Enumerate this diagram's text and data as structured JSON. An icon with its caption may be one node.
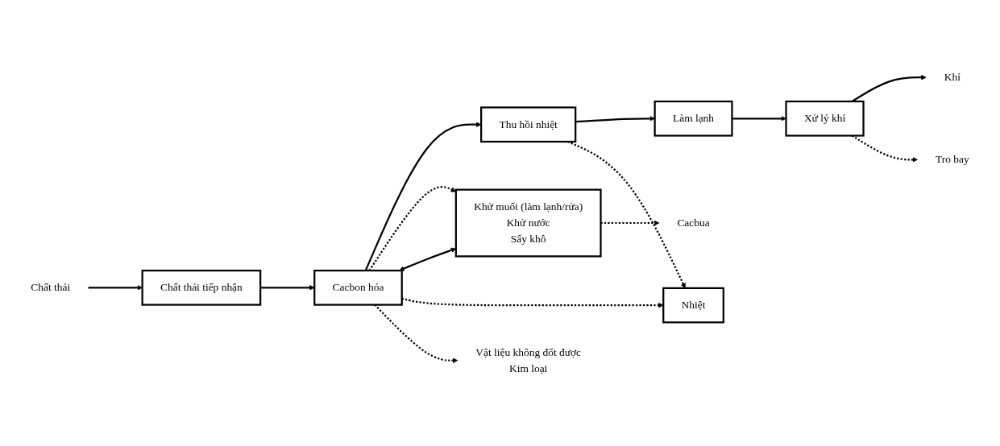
{
  "diagram": {
    "nodes": [
      {
        "text": [
          "Chất thải"
        ]
      },
      {
        "text": [
          "Chất thải tiếp nhận"
        ]
      },
      {
        "text": [
          "Cacbon hóa"
        ]
      },
      {
        "text": [
          "Thu hồi nhiệt"
        ]
      },
      {
        "text": [
          "Làm lạnh"
        ]
      },
      {
        "text": [
          "Xử lý khí"
        ]
      },
      {
        "text": [
          "Khí"
        ]
      },
      {
        "text": [
          "Khử muối (làm lạnh/rửa)",
          "Khử nước",
          "Sấy khô"
        ]
      },
      {
        "text": [
          "Cacbua"
        ]
      },
      {
        "text": [
          "Nhiệt"
        ]
      },
      {
        "text": [
          "Vật liệu không đốt được",
          "Kim loại"
        ]
      },
      {
        "text": [
          "Tro bay"
        ]
      }
    ],
    "edges": [
      {
        "from": 0,
        "to": 1,
        "arrow": "to"
      },
      {
        "from": 1,
        "to": 2,
        "arrow": "to"
      },
      {
        "from": 2,
        "to": 3,
        "arrow": "to"
      },
      {
        "from": 3,
        "to": 4,
        "arrow": "to"
      },
      {
        "from": 4,
        "to": 5,
        "arrow": "to"
      },
      {
        "from": 5,
        "to": 6,
        "arrow": "to"
      },
      {
        "from": 2,
        "to": 7,
        "arrow": "to",
        "style": "dashed"
      },
      {
        "from": 7,
        "to": 2,
        "arrow": "both"
      },
      {
        "from": 2,
        "to": 9,
        "arrow": "to",
        "style": "dashed"
      },
      {
        "from": 3,
        "to": 9,
        "arrow": "to",
        "style": "dashed"
      },
      {
        "from": 7,
        "to": 8,
        "arrow": "to",
        "style": "dashed"
      },
      {
        "from": 2,
        "to": 10,
        "arrow": "to",
        "style": "dashed"
      },
      {
        "from": 5,
        "to": 11,
        "arrow": "to",
        "style": "dashed"
      }
    ]
  }
}
